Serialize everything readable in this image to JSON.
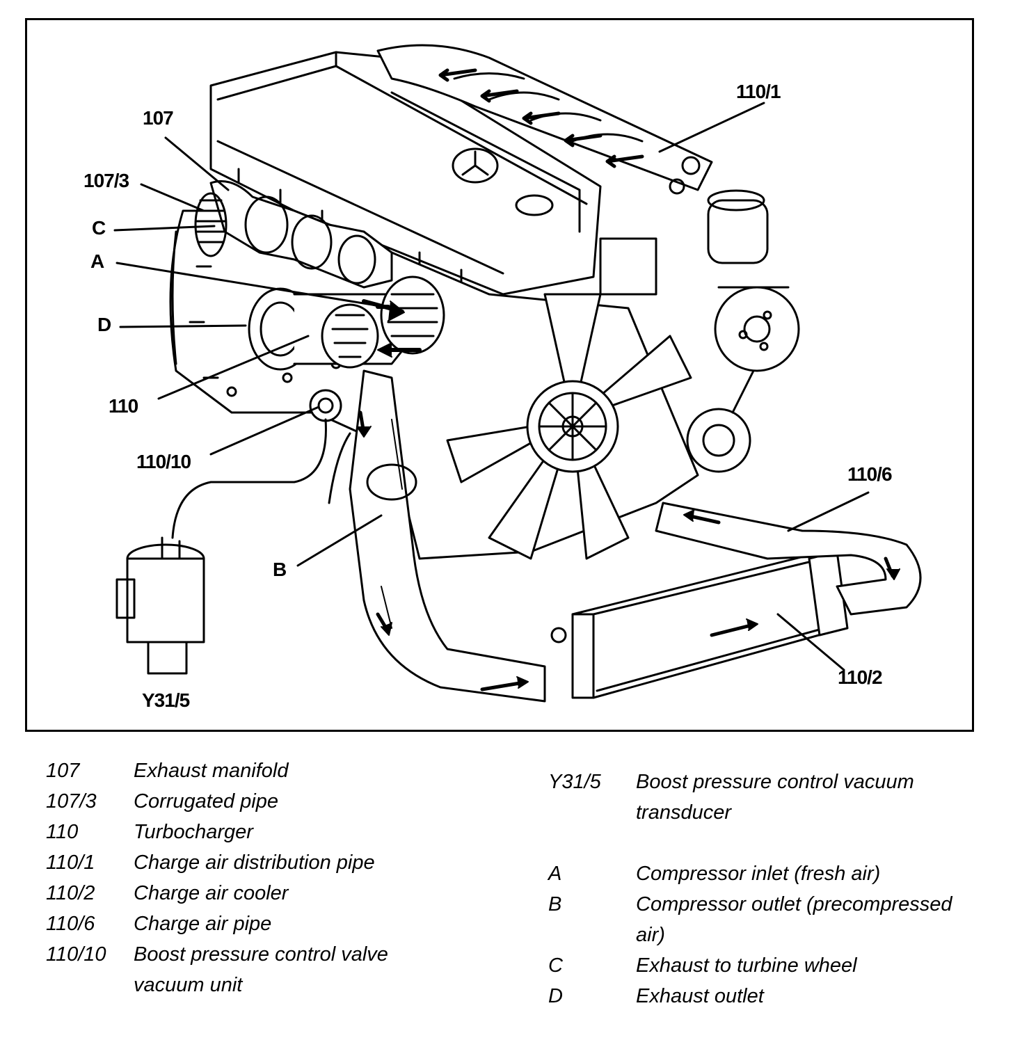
{
  "callouts": {
    "c107": "107",
    "c107_3": "107/3",
    "cC": "C",
    "cA": "A",
    "cD": "D",
    "c110": "110",
    "c110_10": "110/10",
    "cY31_5": "Y31/5",
    "cB": "B",
    "c110_1": "110/1",
    "c110_6": "110/6",
    "c110_2": "110/2"
  },
  "legend_left": [
    {
      "code": "107",
      "desc": "Exhaust manifold"
    },
    {
      "code": "107/3",
      "desc": "Corrugated pipe"
    },
    {
      "code": "110",
      "desc": "Turbocharger"
    },
    {
      "code": "110/1",
      "desc": "Charge air distribution pipe"
    },
    {
      "code": "110/2",
      "desc": "Charge air cooler"
    },
    {
      "code": "110/6",
      "desc": "Charge air pipe"
    },
    {
      "code": "110/10",
      "desc": "Boost pressure control valve",
      "desc2": "vacuum unit"
    }
  ],
  "legend_right": [
    {
      "code": "Y31/5",
      "desc": "Boost pressure control vacuum",
      "desc2": "transducer"
    },
    {
      "code": "A",
      "desc": "Compressor inlet (fresh air)"
    },
    {
      "code": "B",
      "desc": "Compressor outlet (precompressed",
      "desc2": "air)"
    },
    {
      "code": "C",
      "desc": "Exhaust to turbine wheel"
    },
    {
      "code": "D",
      "desc": "Exhaust outlet"
    }
  ]
}
